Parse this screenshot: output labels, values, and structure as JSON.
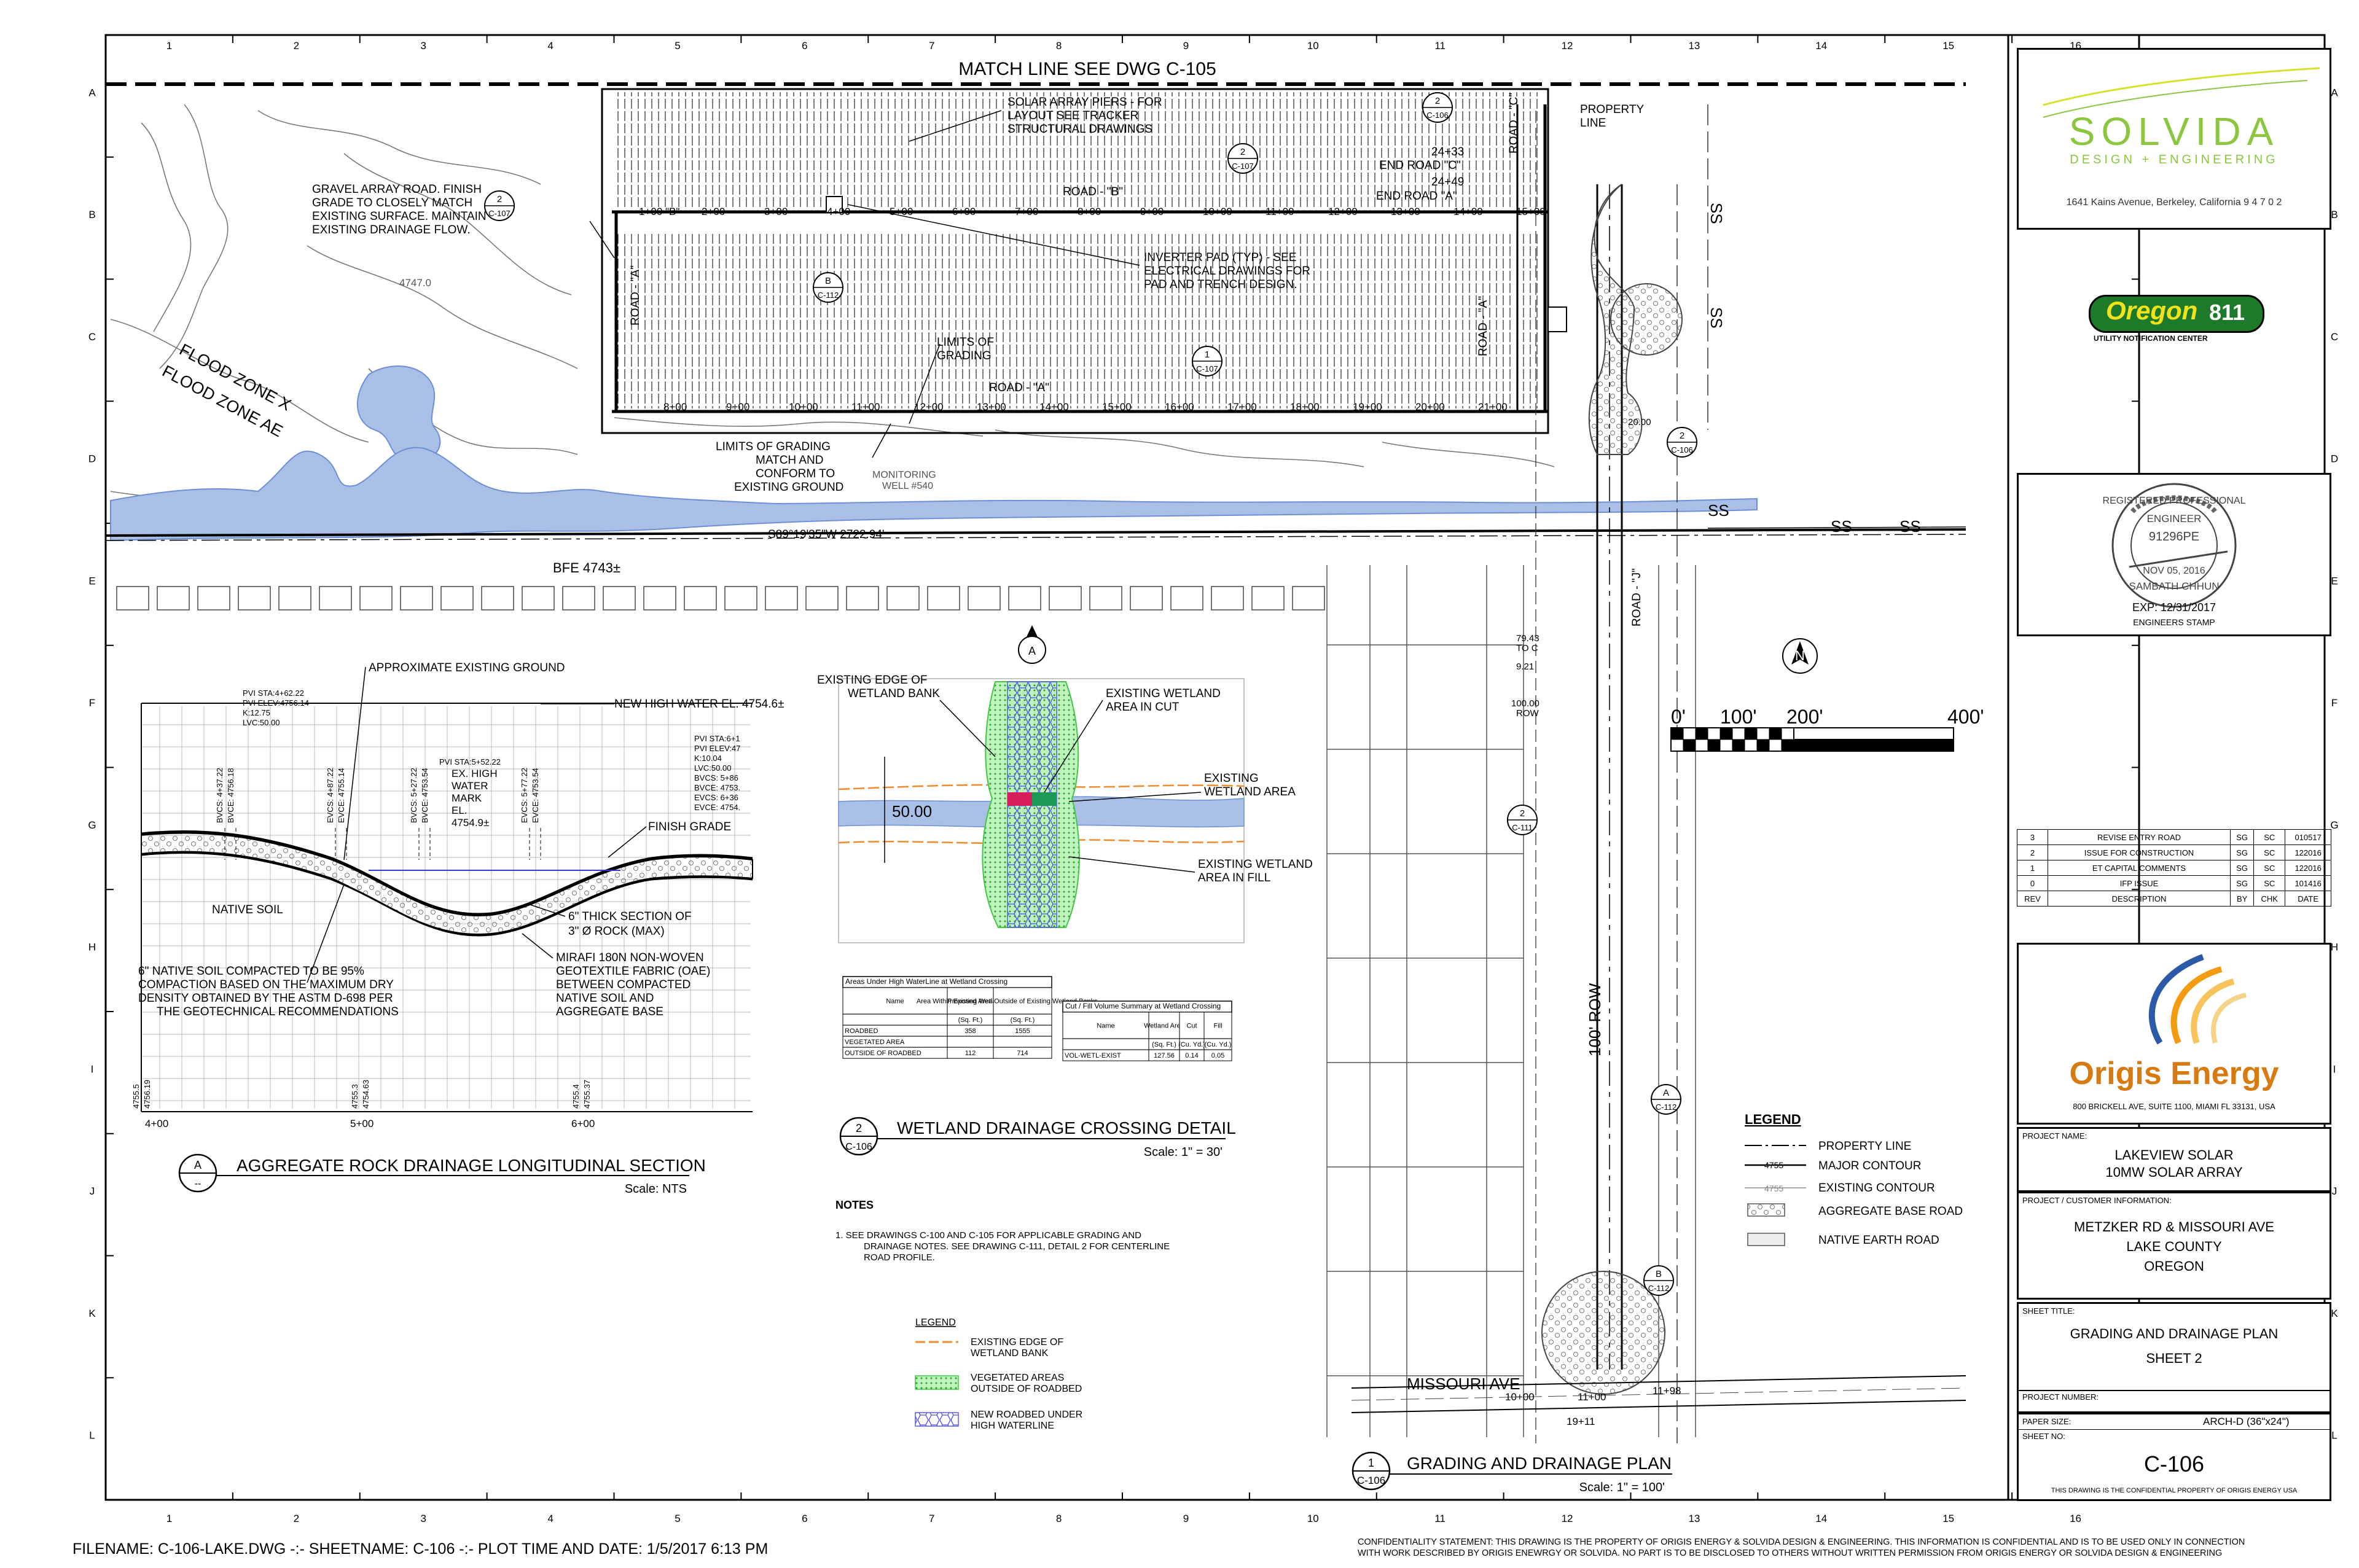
{
  "grid": {
    "columns": [
      "1",
      "2",
      "3",
      "4",
      "5",
      "6",
      "7",
      "8",
      "9",
      "10",
      "11",
      "12",
      "13",
      "14",
      "15",
      "16"
    ],
    "rows": [
      "A",
      "B",
      "C",
      "D",
      "E",
      "F",
      "G",
      "H",
      "I",
      "J",
      "K",
      "L"
    ]
  },
  "plan": {
    "match_line": "MATCH LINE SEE DWG C-105",
    "notes_text": [
      "SOLAR ARRAY PIERS - FOR",
      "LAYOUT SEE TRACKER",
      "STRUCTURAL DRAWINGS",
      "GRAVEL ARRAY ROAD.  FINISH",
      "GRADE TO CLOSELY MATCH",
      "EXISTING SURFACE. MAINTAIN",
      "EXISTING DRAINAGE FLOW.",
      "INVERTER PAD (TYP) - SEE",
      "ELECTRICAL DRAWINGS FOR",
      "PAD AND TRENCH DESIGN.",
      "LIMITS OF",
      "GRADING",
      "LIMITS OF GRADING",
      "MATCH AND",
      "CONFORM TO",
      "EXISTING GROUND"
    ],
    "road_b": "ROAD - \"B\"",
    "road_a": "ROAD - \"A\"",
    "road_c": "ROAD - \"C\"",
    "road_a_vert": "ROAD - \"A\"",
    "road_j": "ROAD - \"J\"",
    "end_road_c": "END ROAD \"C\"",
    "end_road_a": "END ROAD \"A\"",
    "sta_24_33": "24+33",
    "sta_24_49": "24+49",
    "property_line": [
      "PROPERTY",
      "LINE"
    ],
    "flood_zone_x": "FLOOD ZONE X",
    "flood_zone_ae": "FLOOD ZONE AE",
    "bfe": "BFE 4743±",
    "bearing": "S89°19'35\"W  2722.94'",
    "monitoring_well": [
      "MONITORING",
      "WELL #540"
    ],
    "contour_4747": "4747.0",
    "missouri_ave": "MISSOURI AVE",
    "row_label": "100' ROW",
    "ss": "SS",
    "row_100": [
      "100.00",
      "ROW"
    ],
    "dims": [
      "79.43",
      "TO C",
      "9.21"
    ],
    "r_20": "20.00",
    "sta_top_row": [
      "1+00 \"B\"",
      "2+00",
      "3+00",
      "4+00",
      "5+00",
      "6+00",
      "7+00",
      "8+00",
      "9+00",
      "10+00",
      "11+00",
      "12+00",
      "13+00",
      "14+00",
      "15+00"
    ],
    "sta_bottom_row": [
      "8+00",
      "9+00",
      "10+00",
      "11+00",
      "12+00",
      "13+00",
      "14+00",
      "15+00",
      "16+00",
      "17+00",
      "18+00",
      "19+00",
      "20+00",
      "21+00"
    ],
    "missouri_sta": [
      "10+00",
      "11+00",
      "11+98",
      "19+11"
    ],
    "callouts": [
      {
        "num": "2",
        "sheet": "C-106"
      },
      {
        "num": "2",
        "sheet": "C-107"
      },
      {
        "num": "1",
        "sheet": "C-107"
      },
      {
        "num": "2",
        "sheet": "C-107"
      },
      {
        "num": "B",
        "sheet": "C-112"
      },
      {
        "num": "2",
        "sheet": "C-106"
      },
      {
        "num": "2",
        "sheet": "C-111"
      },
      {
        "num": "A",
        "sheet": "C-112"
      },
      {
        "num": "B",
        "sheet": "C-112"
      }
    ],
    "title_num": "1",
    "title_sheet": "C-106",
    "title": "GRADING AND DRAINAGE PLAN",
    "scale": "Scale: 1\" = 100'"
  },
  "scale_bar": {
    "labels": [
      "0'",
      "100'",
      "200'",
      "400'"
    ]
  },
  "north": "N",
  "legend_main": {
    "title": "LEGEND",
    "items": [
      "PROPERTY LINE",
      "MAJOR CONTOUR",
      "EXISTING CONTOUR",
      "AGGREGATE BASE ROAD",
      "NATIVE EARTH  ROAD"
    ],
    "contour_val": "4755"
  },
  "section": {
    "title_letter": "A",
    "title_sheet": "--",
    "title": "AGGREGATE ROCK DRAINAGE LONGITUDINAL SECTION",
    "scale": "Scale: NTS",
    "labels": [
      "APPROXIMATE EXISTING GROUND",
      "NEW HIGH WATER EL. 4754.6±",
      "FINISH GRADE",
      "NATIVE SOIL",
      "6\" THICK SECTION OF",
      "3\" Ø ROCK (MAX)",
      "MIRAFI 180N NON-WOVEN",
      "GEOTEXTILE FABRIC (OAE)",
      "BETWEEN COMPACTED",
      "NATIVE SOIL AND",
      "AGGREGATE BASE",
      "6\" NATIVE SOIL COMPACTED TO BE 95%",
      "COMPACTION BASED ON THE MAXIMUM DRY",
      "DENSITY OBTAINED BY THE ASTM D-698 PER",
      "THE GEOTECHNICAL RECOMMENDATIONS"
    ],
    "pvi1": [
      "PVI STA:4+62.22",
      "PVI ELEV:4756.14",
      "K:12.75",
      "LVC:50.00"
    ],
    "pvi2": [
      "PVI STA:5+52.22",
      "EX. HIGH",
      "WATER",
      "MARK",
      "EL.",
      "4754.9±"
    ],
    "pvi3": [
      "PVI STA:6+1",
      "PVI ELEV:47",
      "K:10.04",
      "LVC:50.00",
      "BVCS: 5+86",
      "BVCE: 4753.",
      "EVCS: 6+36",
      "EVCE: 4754."
    ],
    "vert_labels": [
      "BVCS: 4+37.22",
      "BVCE: 4756.18",
      "EVCS: 4+87.22",
      "EVCE: 4755.14",
      "BVCS: 5+27.22",
      "BVCE: 4753.54",
      "EVCS: 5+77.22",
      "EVCE: 4753.54"
    ],
    "bottom_elev": [
      "4755.5",
      "4756.19",
      "4755.3",
      "4754.63",
      "4755.4",
      "4755.37"
    ],
    "stations": [
      "4+00",
      "5+00",
      "6+00"
    ]
  },
  "wetland": {
    "labels": [
      "EXISTING EDGE OF",
      "WETLAND BANK",
      "EXISTING WETLAND",
      "AREA IN CUT",
      "EXISTING",
      "WETLAND AREA",
      "EXISTING WETLAND",
      "AREA IN FILL"
    ],
    "dim": "50.00",
    "callout_letter": "A",
    "title_num": "2",
    "title_sheet": "C-106",
    "title": "WETLAND DRAINAGE CROSSING DETAIL",
    "scale": "Scale: 1\" = 30'",
    "table1": {
      "caption": "Areas Under High WaterLine at Wetland Crossing",
      "headers": [
        "Name",
        "Area Within Existing Wetland Banks",
        "Proposed Area Outside of Existing Wetland Banks"
      ],
      "units": [
        "",
        "(Sq. Ft.)",
        "(Sq. Ft.)"
      ],
      "rows": [
        [
          "ROADBED",
          "358",
          "1555"
        ],
        [
          "VEGETATED AREA",
          "",
          ""
        ],
        [
          "OUTSIDE OF ROADBED",
          "112",
          "714"
        ]
      ]
    },
    "table2": {
      "caption": "Cut / Fill Volume Summary at Wetland Crossing",
      "headers": [
        "Name",
        "Wetland Area",
        "Cut",
        "Fill"
      ],
      "units": [
        "",
        "(Sq. Ft.)",
        "(Cu. Yd.)",
        "(Cu. Yd.)"
      ],
      "rows": [
        [
          "VOL-WETL-EXIST",
          "127.56",
          "0.14",
          "0.05"
        ]
      ]
    }
  },
  "notes": {
    "title": "NOTES",
    "items": [
      "1.     SEE DRAWINGS C-100 AND C-105 FOR APPLICABLE GRADING AND",
      "DRAINAGE NOTES.  SEE DRAWING C-111, DETAIL 2 FOR CENTERLINE",
      "ROAD PROFILE."
    ]
  },
  "legend_small": {
    "title": "LEGEND",
    "items": [
      "EXISTING EDGE OF",
      "WETLAND BANK",
      "VEGETATED AREAS",
      "OUTSIDE OF ROADBED",
      "NEW ROADBED UNDER",
      "HIGH WATERLINE"
    ]
  },
  "footer": {
    "left": "FILENAME: C-106-LAKE.DWG -:- SHEETNAME: C-106 -:- PLOT TIME AND DATE: 1/5/2017 6:13 PM",
    "confidential_1": "CONFIDENTIALITY STATEMENT: THIS DRAWING IS THE PROPERTY OF ORIGIS ENERGY & SOLVIDA DESIGN & ENGINEERING. THIS INFORMATION IS CONFIDENTIAL AND IS TO BE USED ONLY IN CONNECTION",
    "confidential_2": "WITH WORK DESCRIBED BY ORIGIS ENEWRGY OR SOLVIDA. NO PART IS TO BE DISCLOSED TO OTHERS WITHOUT WRITTEN PERMISSION FROM ORIGIS ENERGY OR SOLVIDA DESIGN & ENGINEERING"
  },
  "title_block": {
    "solvida_name": "SOLVIDA",
    "solvida_sub": "DESIGN + ENGINEERING",
    "solvida_addr": "1641 Kains Avenue, Berkeley, California 9 4 7 0 2",
    "oregon_logo": "Oregon",
    "oregon_811": "811",
    "oregon_sub": "UTILITY NOTIFICATION CENTER",
    "stamp_ring_top": "REGISTERED PROFESSIONAL",
    "stamp_engineer": "ENGINEER",
    "stamp_num": "91296PE",
    "stamp_name": "SAMBATH CHHUN",
    "stamp_date": "NOV 05, 2016",
    "stamp_exp": "EXP: 12/31/2017",
    "stamp_label": "ENGINEERS STAMP",
    "revisions": [
      [
        "3",
        "REVISE ENTRY ROAD",
        "SG",
        "SC",
        "010517"
      ],
      [
        "2",
        "ISSUE FOR CONSTRUCTION",
        "SG",
        "SC",
        "122016"
      ],
      [
        "1",
        "ET CAPITAL COMMENTS",
        "SG",
        "SC",
        "122016"
      ],
      [
        "0",
        "IFP ISSUE",
        "SG",
        "SC",
        "101416"
      ]
    ],
    "rev_headers": [
      "REV",
      "DESCRIPTION",
      "BY",
      "CHK",
      "DATE"
    ],
    "origis_name": "Origis Energy",
    "origis_addr": "800 BRICKELL AVE, SUITE 1100, MIAMI FL 33131, USA",
    "project_name_label": "PROJECT NAME:",
    "project_name": [
      "LAKEVIEW SOLAR",
      "10MW SOLAR ARRAY"
    ],
    "project_info_label": "PROJECT / CUSTOMER INFORMATION:",
    "project_info": [
      "METZKER RD & MISSOURI AVE",
      "LAKE COUNTY",
      "OREGON"
    ],
    "sheet_title_label": "SHEET TITLE:",
    "sheet_title": [
      "GRADING AND DRAINAGE PLAN",
      "SHEET 2"
    ],
    "project_number_label": "PROJECT NUMBER:",
    "paper_size_label": "PAPER SIZE:",
    "paper_size": "ARCH-D (36\"x24\")",
    "sheet_no_label": "SHEET NO:",
    "sheet_no": "C-106",
    "prop_note": "THIS DRAWING IS THE CONFIDENTIAL PROPERTY OF ORIGIS ENERGY USA"
  },
  "colors": {
    "water": "#a9bfe6",
    "water_edge": "#6d8fd6",
    "veg": "#45c445",
    "roadbed": "#5a5af0",
    "cut": "#d81e5b",
    "fill": "#1b9a55",
    "wetland_edge": "#f08a2a",
    "solvida_green": "#8cc63f",
    "solvida_yellow": "#d7e02b",
    "origis_orange": "#f39c12",
    "origis_blue": "#2d5aa8"
  }
}
